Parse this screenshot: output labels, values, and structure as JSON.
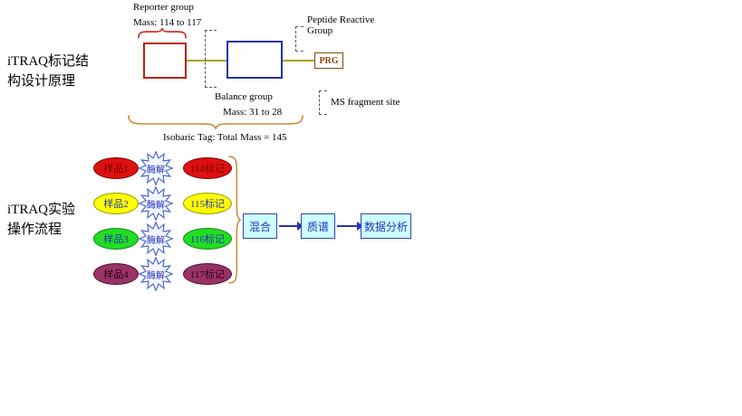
{
  "titles": {
    "structure": "iTRAQ标记结\n构设计原理",
    "workflow": "iTRAQ实验\n操作流程"
  },
  "structure_diagram": {
    "reporter_group": {
      "label": "Reporter group",
      "mass": "Mass: 114 to 117"
    },
    "balance_group": {
      "label": "Balance group",
      "mass": "Mass: 31 to 28"
    },
    "peptide_reactive_group": {
      "label": "Peptide Reactive\nGroup",
      "box_label": "PRG"
    },
    "ms_fragment_site": "MS fragment site",
    "isobaric_tag": "Isobaric Tag: Total Mass = 145",
    "colors": {
      "reporter_border": "#bb2211",
      "balance_border": "#2233aa",
      "prg_text": "#8b4513",
      "connector": "#b0a000",
      "overbrace": "#cc2222",
      "underbrace": "#cc8833"
    }
  },
  "workflow_diagram": {
    "rows": [
      {
        "sample": "样品1",
        "digest": "酶解",
        "tag": "114标记",
        "fill": "#dd1111",
        "text": "#7a0000",
        "border": "#880000"
      },
      {
        "sample": "样品2",
        "digest": "酶解",
        "tag": "115标记",
        "fill": "#ffff00",
        "text": "#2233bb",
        "border": "#999900"
      },
      {
        "sample": "样品3",
        "digest": "酶解",
        "tag": "116标记",
        "fill": "#22dd22",
        "text": "#2233bb",
        "border": "#118811"
      },
      {
        "sample": "样品4",
        "digest": "酶解",
        "tag": "117标记",
        "fill": "#993366",
        "text": "#2a0011",
        "border": "#551133"
      }
    ],
    "steps": [
      {
        "label": "混合"
      },
      {
        "label": "质谱"
      },
      {
        "label": "数据分析"
      }
    ],
    "colors": {
      "step_fill": "#ccffff",
      "step_border": "#3344bb",
      "step_text": "#2233bb",
      "digest_text": "#2233bb",
      "arrow": "#2233bb",
      "brace": "#cc8833"
    }
  }
}
